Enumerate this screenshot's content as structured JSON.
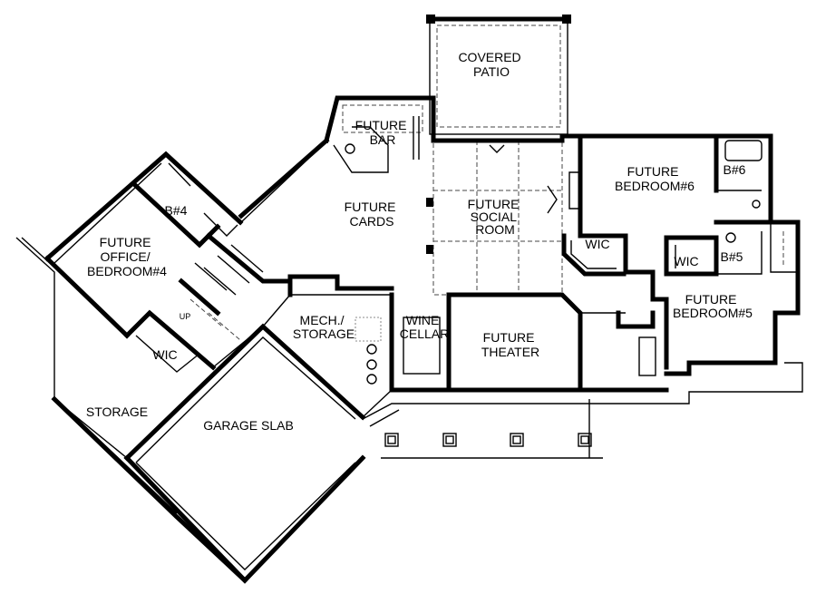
{
  "rooms": {
    "covered_patio": [
      "COVERED",
      "PATIO"
    ],
    "future_bar": [
      "FUTURE",
      "BAR"
    ],
    "future_cards": [
      "FUTURE",
      "CARDS"
    ],
    "future_social_room": [
      "FUTURE",
      "SOCIAL",
      "ROOM"
    ],
    "future_bedroom6": [
      "FUTURE",
      "BEDROOM#6"
    ],
    "b6": [
      "B#6"
    ],
    "b4": [
      "B#4"
    ],
    "future_office_bedroom4": [
      "FUTURE",
      "OFFICE/",
      "BEDROOM#4"
    ],
    "wic_center": [
      "WIC"
    ],
    "wic_right": [
      "WIC"
    ],
    "b5": [
      "B#5"
    ],
    "future_bedroom5": [
      "FUTURE",
      "BEDROOM#5"
    ],
    "mech_storage": [
      "MECH./",
      "STORAGE"
    ],
    "wine_cellar": [
      "WINE",
      "CELLAR"
    ],
    "future_theater": [
      "FUTURE",
      "THEATER"
    ],
    "wic_left": [
      "WIC"
    ],
    "storage": [
      "STORAGE"
    ],
    "garage_slab": [
      "GARAGE SLAB"
    ]
  },
  "annotations": {
    "stair_up": "UP"
  }
}
